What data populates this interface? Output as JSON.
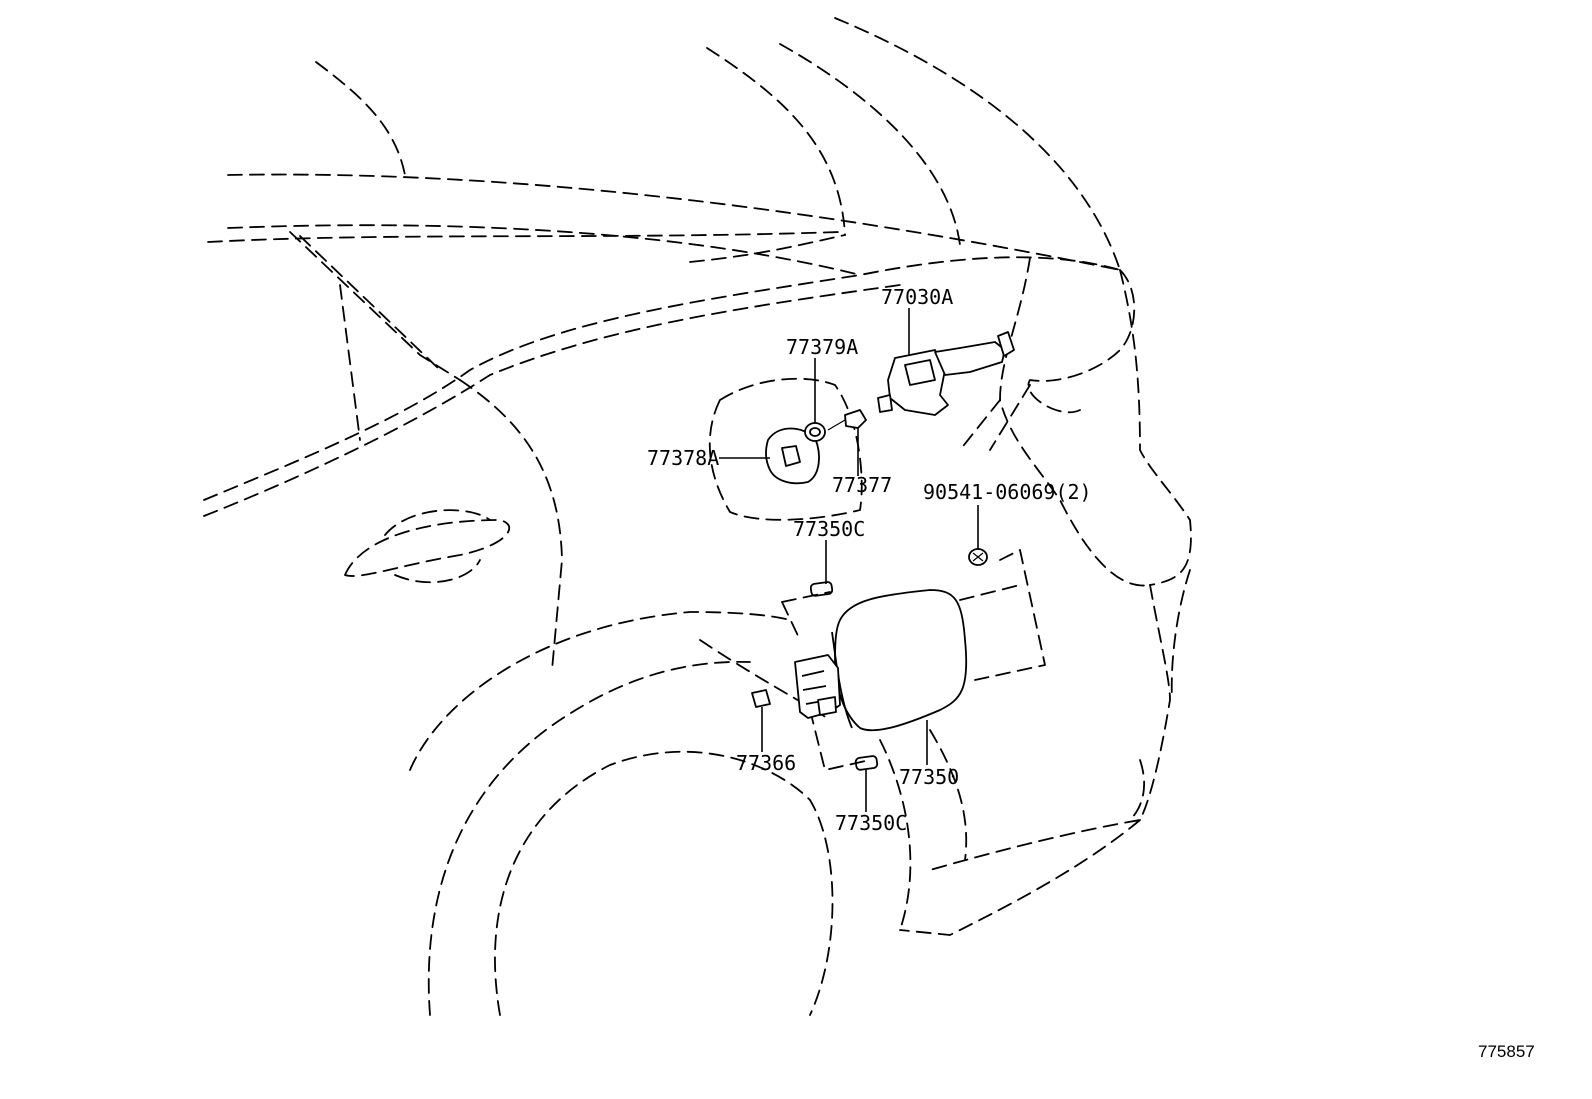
{
  "callouts": {
    "c77030A": "77030A",
    "c77379A": "77379A",
    "c77378A": "77378A",
    "c77377": "77377",
    "c90541": "90541-06069(2)",
    "c77350C_top": "77350C",
    "c77366": "77366",
    "c77350": "77350",
    "c77350C_bottom": "77350C"
  },
  "illustration_id": "775857"
}
